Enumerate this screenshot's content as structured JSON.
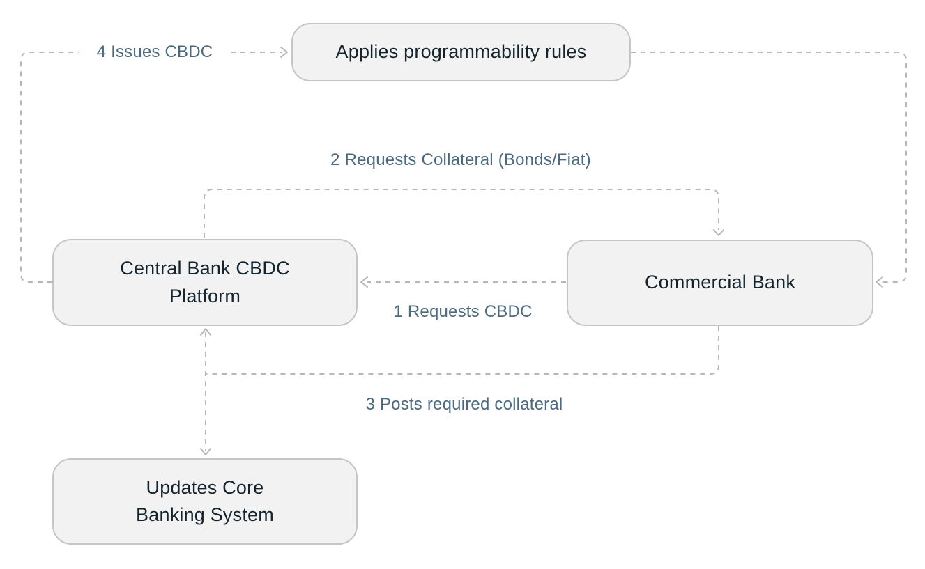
{
  "theme": {
    "colors": {
      "background": "#ffffff",
      "node_fill": "#f2f2f2",
      "node_border": "#c3c5c7",
      "node_text": "#14242e",
      "edge_line": "#b5b7b9",
      "edge_label": "#4b6a80"
    }
  },
  "diagram": {
    "type": "flowchart",
    "nodes": [
      {
        "id": "applies-programmability-rules",
        "label": "Applies programmability rules"
      },
      {
        "id": "central-bank-cbdc-platform",
        "label": "Central Bank CBDC\nPlatform"
      },
      {
        "id": "commercial-bank",
        "label": "Commercial Bank"
      },
      {
        "id": "updates-core-banking-system",
        "label": "Updates Core\nBanking System"
      }
    ],
    "edges": [
      {
        "label": "1 Requests CBDC",
        "from": "Commercial Bank",
        "to": "Central Bank CBDC Platform",
        "style": "dashed"
      },
      {
        "label": "2 Requests Collateral (Bonds/Fiat)",
        "from": "Central Bank CBDC Platform",
        "to": "Commercial Bank",
        "style": "dashed"
      },
      {
        "label": "3 Posts required collateral",
        "from": "Commercial Bank",
        "to": "Central Bank CBDC Platform",
        "style": "dashed"
      },
      {
        "label": "4 Issues CBDC",
        "from": "Central Bank CBDC Platform",
        "to": "Applies programmability rules",
        "style": "dashed"
      },
      {
        "label": "",
        "from": "Applies programmability rules",
        "to": "Commercial Bank",
        "style": "dashed"
      },
      {
        "label": "",
        "from": "Central Bank CBDC Platform",
        "to": "Updates Core Banking System",
        "style": "dashed"
      }
    ]
  }
}
